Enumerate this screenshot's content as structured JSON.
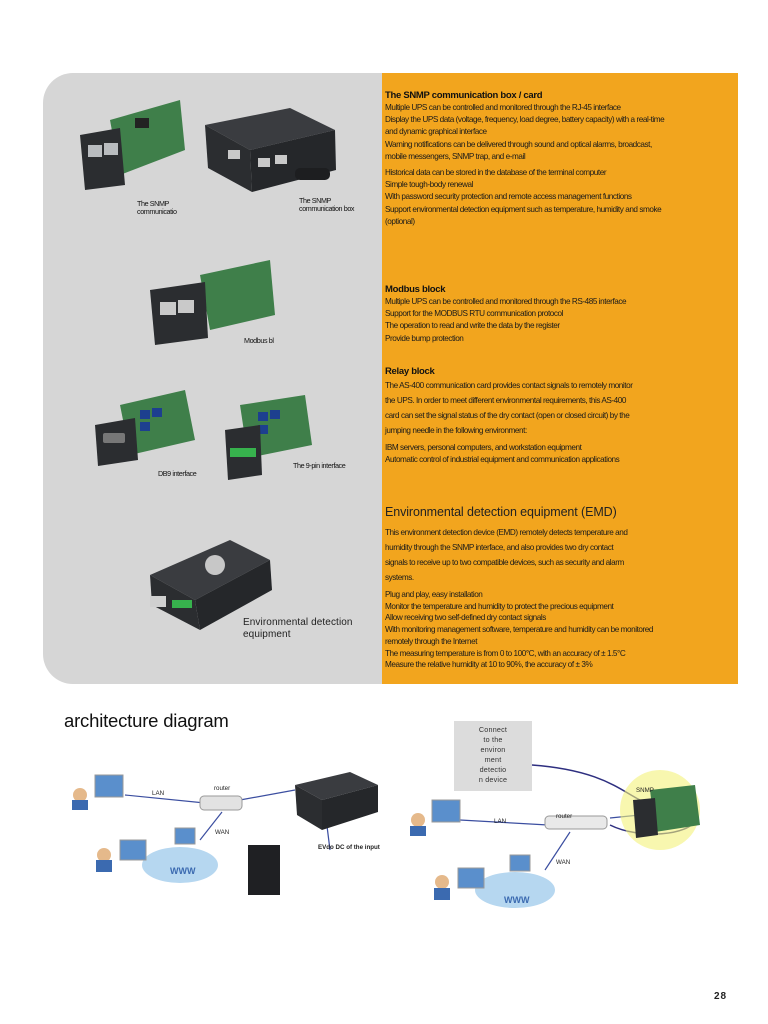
{
  "snmp": {
    "title": "The SNMP communication box / card",
    "lines": [
      "Multiple UPS can be controlled and monitored through the RJ-45 interface",
      "Display the UPS data (voltage, frequency, load degree, battery capacity) with a real-time",
      "and dynamic graphical interface",
      "Warning notifications can be delivered through sound and optical alarms, broadcast,",
      "mobile messengers, SNMP trap, and e-mail"
    ],
    "lines2": [
      "Historical data can be stored in the database of the terminal computer",
      "Simple tough-body renewal",
      "With password security protection and remote access management functions",
      "Support environmental detection equipment such as temperature, humidity and smoke",
      "(optional)"
    ],
    "card_caption": "The SNMP\ncommunicatio",
    "box_caption": "The SNMP\ncommunication box"
  },
  "modbus": {
    "title": "Modbus block",
    "lines": [
      "Multiple UPS can be controlled and monitored through the RS-485 interface",
      "Support for the MODBUS RTU communication protocol",
      "The operation to read and write the data by the register",
      "Provide bump protection"
    ],
    "caption": "Modbus bl"
  },
  "relay": {
    "title": "Relay block",
    "lines": [
      "The AS-400 communication card provides contact signals to remotely monitor",
      "the UPS. In order to meet different environmental requirements, this AS-400",
      "card can set the signal status of the dry contact (open or closed circuit) by the",
      "jumping needle in the following environment:"
    ],
    "lines2": [
      "IBM servers, personal computers, and workstation equipment",
      "Automatic control of industrial equipment and communication applications"
    ],
    "db9_caption": "DB9 interface",
    "pin9_caption": "The 9-pin interface"
  },
  "emd": {
    "title": "Environmental detection equipment (EMD)",
    "lines": [
      "This environment detection device (EMD) remotely detects temperature and",
      "humidity through the SNMP interface, and also provides two dry contact",
      "signals to receive up to two compatible devices, such as security and alarm",
      "systems."
    ],
    "lines2": [
      "Plug and play, easy installation",
      "Monitor the temperature and humidity to protect the precious equipment",
      "Allow receiving two self-defined dry contact signals",
      "With monitoring management software, temperature and humidity can be monitored",
      "remotely through the Internet",
      "The measuring temperature is from 0 to 100°C, with an accuracy of ± 1.5°C",
      "Measure the relative humidity at 10 to 90%, the accuracy of ± 3%"
    ],
    "caption": "Environmental detection\nequipment"
  },
  "architecture": {
    "title": "architecture diagram",
    "left": {
      "lan": "LAN",
      "wan": "WAN",
      "router": "router",
      "www": "WWW",
      "dc_label": "EVdo DC of the input"
    },
    "right": {
      "lan": "LAN",
      "wan": "WAN",
      "router": "router",
      "www": "WWW",
      "snmp": "SNMP",
      "emd_box": "Connect\nto the\nenviron\nment\ndetectio\nn device"
    }
  },
  "page_number": "28",
  "colors": {
    "orange": "#f2a51e",
    "grey_panel": "#d6d6d6",
    "device_dark": "#2b2d30",
    "pcb_green": "#3f7f4a"
  }
}
